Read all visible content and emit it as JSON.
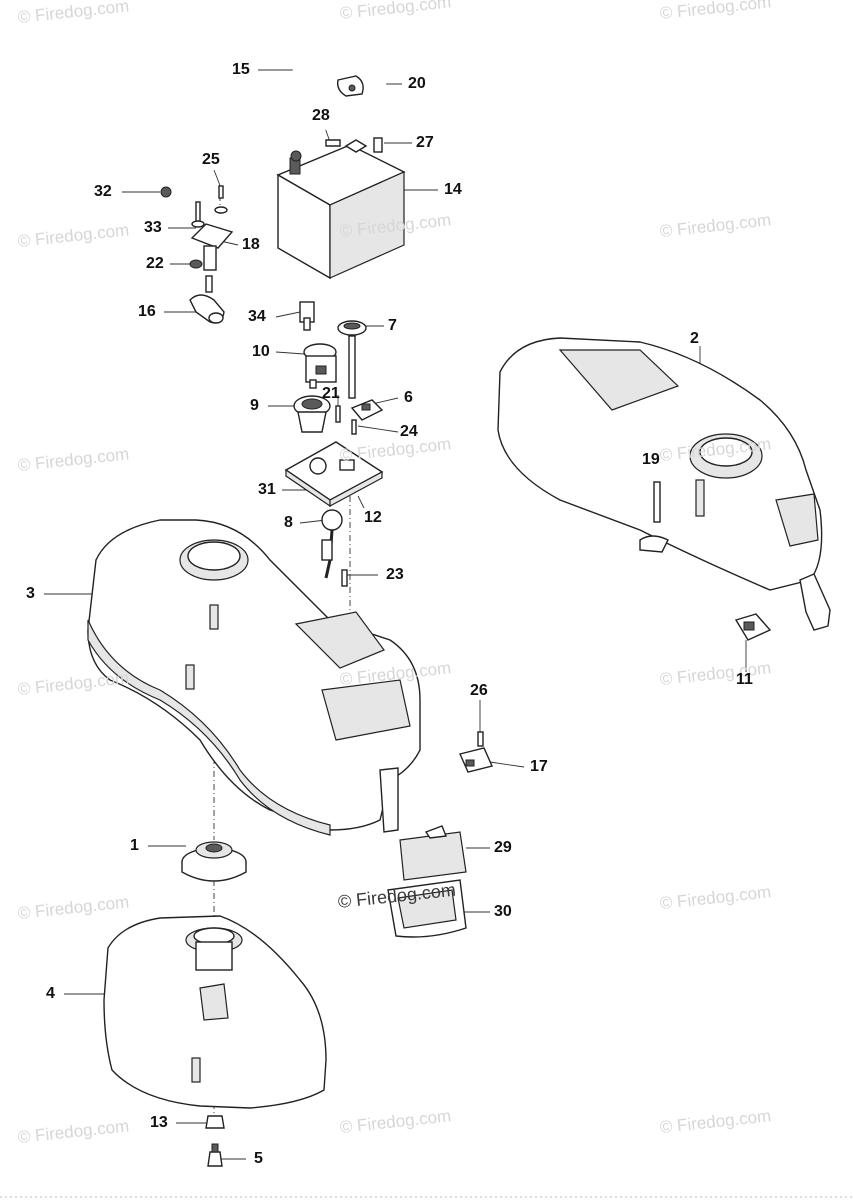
{
  "watermark": {
    "text": "© Firedog.com",
    "center_text": "© Firedog.com"
  },
  "callouts": [
    {
      "id": "15",
      "label": "15"
    },
    {
      "id": "20",
      "label": "20"
    },
    {
      "id": "28",
      "label": "28"
    },
    {
      "id": "27",
      "label": "27"
    },
    {
      "id": "25",
      "label": "25"
    },
    {
      "id": "32",
      "label": "32"
    },
    {
      "id": "14",
      "label": "14"
    },
    {
      "id": "33",
      "label": "33"
    },
    {
      "id": "18",
      "label": "18"
    },
    {
      "id": "22",
      "label": "22"
    },
    {
      "id": "16",
      "label": "16"
    },
    {
      "id": "34",
      "label": "34"
    },
    {
      "id": "7",
      "label": "7"
    },
    {
      "id": "2",
      "label": "2"
    },
    {
      "id": "10",
      "label": "10"
    },
    {
      "id": "21",
      "label": "21"
    },
    {
      "id": "6",
      "label": "6"
    },
    {
      "id": "9",
      "label": "9"
    },
    {
      "id": "24",
      "label": "24"
    },
    {
      "id": "19",
      "label": "19"
    },
    {
      "id": "31",
      "label": "31"
    },
    {
      "id": "12",
      "label": "12"
    },
    {
      "id": "8",
      "label": "8"
    },
    {
      "id": "23",
      "label": "23"
    },
    {
      "id": "3",
      "label": "3"
    },
    {
      "id": "11",
      "label": "11"
    },
    {
      "id": "26",
      "label": "26"
    },
    {
      "id": "17",
      "label": "17"
    },
    {
      "id": "1",
      "label": "1"
    },
    {
      "id": "29",
      "label": "29"
    },
    {
      "id": "30",
      "label": "30"
    },
    {
      "id": "4",
      "label": "4"
    },
    {
      "id": "13",
      "label": "13"
    },
    {
      "id": "5",
      "label": "5"
    }
  ]
}
